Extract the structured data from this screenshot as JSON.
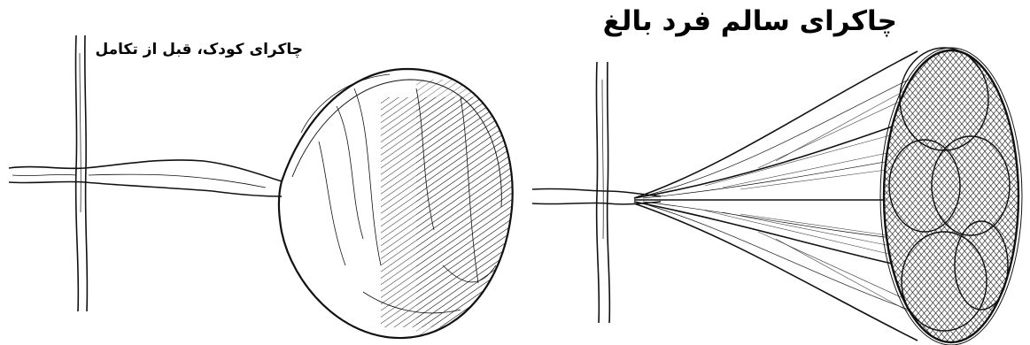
{
  "child_panel": {
    "caption": "چاکرای کودک، قبل از تکامل"
  },
  "adult_panel": {
    "caption": "چاکرای سالم فرد بالغ"
  },
  "colors": {
    "ink": "#111111",
    "paper": "#ffffff"
  },
  "icons": [
    "child-chakra-bulb-drawing",
    "adult-chakra-funnel-drawing"
  ]
}
